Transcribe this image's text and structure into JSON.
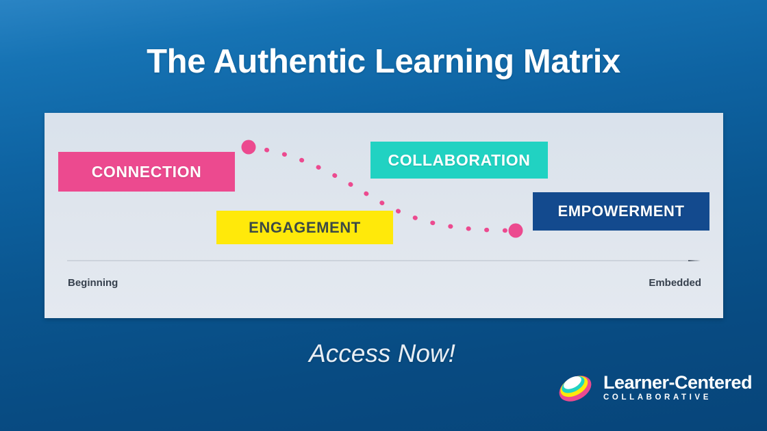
{
  "page": {
    "title": "The Authentic Learning Matrix",
    "cta": "Access Now!",
    "background_top_color": "#2a84c4",
    "background_bottom_color": "#07457a"
  },
  "diagram": {
    "card_background": "#dfe5ed",
    "tags": [
      {
        "key": "connection",
        "label": "CONNECTION",
        "color": "#ec4a8f",
        "text_color": "#ffffff"
      },
      {
        "key": "collaboration",
        "label": "COLLABORATION",
        "color": "#21d2c2",
        "text_color": "#ffffff"
      },
      {
        "key": "empowerment",
        "label": "EMPOWERMENT",
        "color": "#134a8e",
        "text_color": "#ffffff"
      },
      {
        "key": "engagement",
        "label": "ENGAGEMENT",
        "color": "#ffe90a",
        "text_color": "#3c4a45"
      }
    ],
    "axis": {
      "start_label": "Beginning",
      "end_label": "Embedded",
      "line_color": "#3c4654",
      "arrow": "right"
    },
    "curve": {
      "style": "dotted",
      "color": "#ec4a8f",
      "endpoint_marker_color": "#ec4a8f",
      "start_point": [
        298,
        50
      ],
      "end_point": [
        688,
        172
      ]
    }
  },
  "logo": {
    "name": "Learner-Centered",
    "subtitle": "COLLABORATIVE",
    "mark_colors": [
      "#ffffff",
      "#21d2c2",
      "#ffe90a",
      "#ec4a8f"
    ]
  }
}
